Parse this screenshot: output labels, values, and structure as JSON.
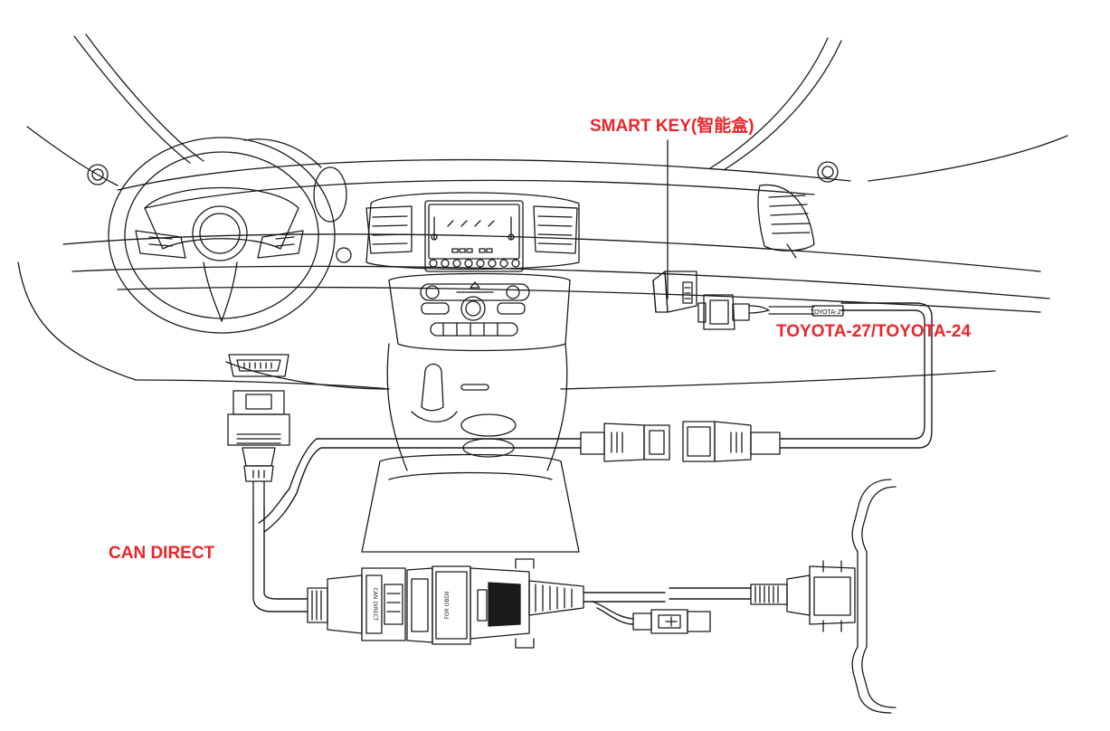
{
  "labels": {
    "smart_key": "SMART KEY(智能盒)",
    "toyota_cable": "TOYOTA-27/TOYOTA-24",
    "can_direct": "CAN DIRECT"
  },
  "cable_tag": "TOYOTA-27",
  "adapter_marks": {
    "can_direct_plug": "CAN DIRECT",
    "obd_adapter": "FOR OBDII"
  },
  "colors": {
    "label_red": "#e8262b",
    "line": "#1a1a1a"
  }
}
